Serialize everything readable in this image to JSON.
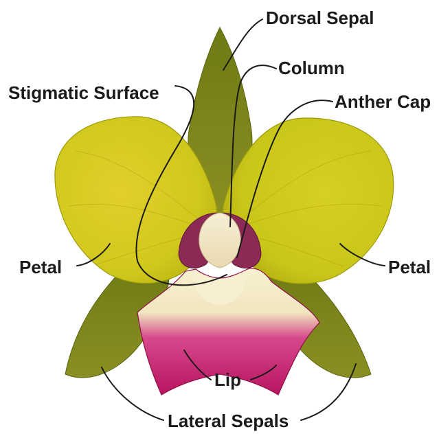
{
  "diagram": {
    "labels": {
      "dorsal_sepal": "Dorsal Sepal",
      "column": "Column",
      "stigmatic_surface": "Stigmatic Surface",
      "anther_cap": "Anther Cap",
      "petal_left": "Petal",
      "petal_right": "Petal",
      "lip": "Lip",
      "lateral_sepals": "Lateral Sepals"
    },
    "colors": {
      "sepal": "#7f8a1c",
      "sepal_dark": "#5e6a12",
      "petal": "#d8cf1e",
      "petal_edge": "#b9b20f",
      "lip_magenta": "#c01a6a",
      "lip_cream": "#f6efc6",
      "column_cream": "#f2e6c8",
      "column_magenta": "#7a1f4a",
      "leader_line": "#1a1a1a"
    }
  }
}
